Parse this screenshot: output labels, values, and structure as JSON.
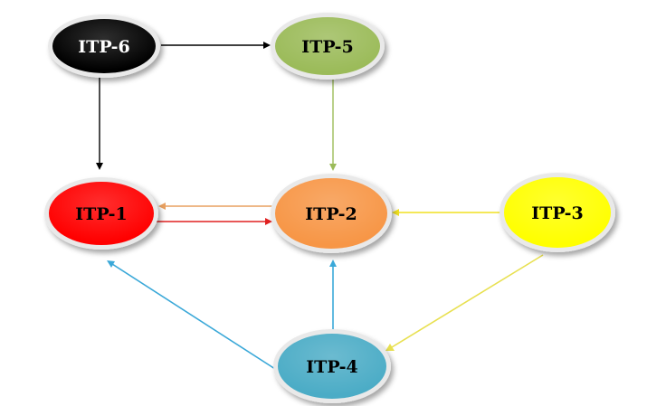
{
  "diagram": {
    "nodes": {
      "itp6": {
        "label": "ITP-6",
        "fill": "#000000",
        "text_color": "#ffffff"
      },
      "itp5": {
        "label": "ITP-5",
        "fill": "#9bbb59",
        "text_color": "#000000"
      },
      "itp1": {
        "label": "ITP-1",
        "fill": "#ff0000",
        "text_color": "#000000"
      },
      "itp2": {
        "label": "ITP-2",
        "fill": "#f79646",
        "text_color": "#000000"
      },
      "itp3": {
        "label": "ITP-3",
        "fill": "#ffff00",
        "text_color": "#000000"
      },
      "itp4": {
        "label": "ITP-4",
        "fill": "#4bacc6",
        "text_color": "#000000"
      }
    },
    "edges": [
      {
        "from": "itp6",
        "to": "itp5",
        "color": "#000000"
      },
      {
        "from": "itp6",
        "to": "itp1",
        "color": "#000000"
      },
      {
        "from": "itp5",
        "to": "itp2",
        "color": "#9bbb59"
      },
      {
        "from": "itp2",
        "to": "itp1",
        "color": "#e8a060"
      },
      {
        "from": "itp1",
        "to": "itp2",
        "color": "#e02020"
      },
      {
        "from": "itp3",
        "to": "itp2",
        "color": "#f0e020"
      },
      {
        "from": "itp3",
        "to": "itp4",
        "color": "#e8e050"
      },
      {
        "from": "itp4",
        "to": "itp2",
        "color": "#3aa8d8"
      },
      {
        "from": "itp4",
        "to": "itp1",
        "color": "#3aa8d8"
      }
    ]
  }
}
